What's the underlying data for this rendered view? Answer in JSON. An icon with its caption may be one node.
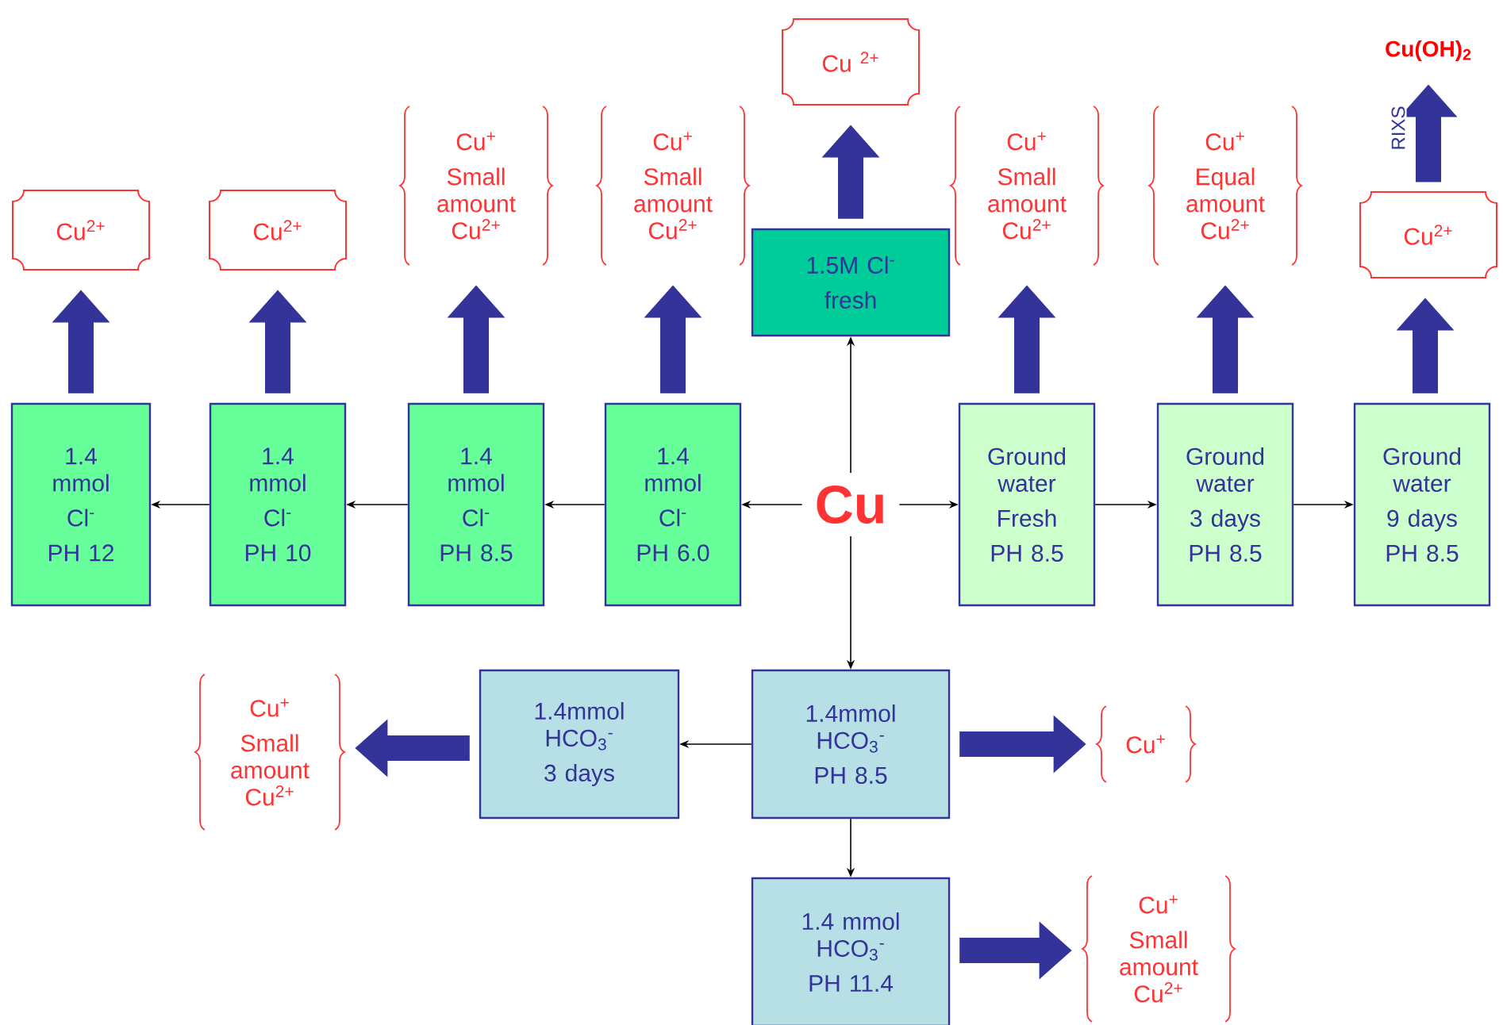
{
  "diagram": {
    "nodes": [
      {
        "text": [
          "Cu"
        ]
      },
      {
        "text": [
          "1.4 mmol",
          "Cl$^{-}$",
          "PH 6.0"
        ]
      },
      {
        "text": [
          "1.4 mmol",
          "Cl$^{-}$",
          "PH 8.5"
        ]
      },
      {
        "text": [
          "1.4 mmol",
          "Cl$^{-}$",
          "PH 10"
        ]
      },
      {
        "text": [
          "1.4 mmol",
          "Cl$^{-}$",
          "PH 12"
        ]
      },
      {
        "text": [
          "Ground water",
          "Fresh",
          "PH 8.5"
        ]
      },
      {
        "text": [
          "Ground water",
          "3 days",
          "PH 8.5"
        ]
      },
      {
        "text": [
          "Ground water",
          "9 days",
          "PH 8.5"
        ]
      },
      {
        "text": [
          "1.5M Cl$^{-}$",
          "fresh"
        ]
      },
      {
        "text": [
          "1.4mmol HCO$_{3}$$^{-}$",
          "PH 8.5"
        ]
      },
      {
        "text": [
          "1.4mmol HCO$_{3}$$^{-}$",
          "3 days"
        ]
      },
      {
        "text": [
          "1.4 mmol HCO$_{3}$$^{-}$",
          "PH 11.4"
        ]
      },
      {
        "text": [
          "Cu$^{2+}$"
        ]
      },
      {
        "text": [
          "Cu$^{2+}$"
        ]
      },
      {
        "text": [
          "Cu$^{+}$",
          "Small amount Cu$^{2+}$"
        ]
      },
      {
        "text": [
          "Cu$^{+}$",
          "Small amount Cu$^{2+}$"
        ]
      },
      {
        "text": [
          "Cu $^{2+}$"
        ]
      },
      {
        "text": [
          "Cu$^{+}$",
          "Small amount Cu$^{2+}$"
        ]
      },
      {
        "text": [
          "Cu$^{+}$",
          "Equal amount Cu$^{2+}$"
        ]
      },
      {
        "text": [
          "Cu$^{2+}$"
        ]
      },
      {
        "text": [
          "Cu(OH)$_{2}$"
        ]
      },
      {
        "text": [
          "Cu$^{+}$",
          "Small amount Cu$^{2+}$"
        ]
      },
      {
        "text": [
          "Cu$^{+}$"
        ]
      },
      {
        "text": [
          "Cu$^{+}$",
          "Small amount Cu$^{2+}$"
        ]
      }
    ],
    "edges": [
      {
        "from": 0,
        "to": 1,
        "arrow": "to",
        "color": "#000000"
      },
      {
        "from": 1,
        "to": 2,
        "arrow": "to",
        "color": "#000000"
      },
      {
        "from": 2,
        "to": 3,
        "arrow": "to",
        "color": "#000000"
      },
      {
        "from": 3,
        "to": 4,
        "arrow": "to",
        "color": "#000000"
      },
      {
        "from": 0,
        "to": 5,
        "arrow": "to",
        "color": "#000000"
      },
      {
        "from": 5,
        "to": 6,
        "arrow": "to",
        "color": "#000000"
      },
      {
        "from": 6,
        "to": 7,
        "arrow": "to",
        "color": "#000000"
      },
      {
        "from": 0,
        "to": 8,
        "arrow": "to",
        "color": "#000000"
      },
      {
        "from": 0,
        "to": 9,
        "arrow": "to",
        "color": "#000000"
      },
      {
        "from": 9,
        "to": 10,
        "arrow": "to",
        "color": "#000000"
      },
      {
        "from": 9,
        "to": 11,
        "arrow": "to",
        "color": "#000000"
      },
      {
        "from": 4,
        "to": 12,
        "arrow": "to",
        "style": "thick",
        "color": "#333399"
      },
      {
        "from": 3,
        "to": 13,
        "arrow": "to",
        "style": "thick",
        "color": "#333399"
      },
      {
        "from": 2,
        "to": 14,
        "arrow": "to",
        "style": "thick",
        "color": "#333399"
      },
      {
        "from": 1,
        "to": 15,
        "arrow": "to",
        "style": "thick",
        "color": "#333399"
      },
      {
        "from": 8,
        "to": 16,
        "arrow": "to",
        "style": "thick",
        "color": "#333399"
      },
      {
        "from": 5,
        "to": 17,
        "arrow": "to",
        "style": "thick",
        "color": "#333399"
      },
      {
        "from": 6,
        "to": 18,
        "arrow": "to",
        "style": "thick",
        "color": "#333399"
      },
      {
        "from": 7,
        "to": 19,
        "arrow": "to",
        "style": "thick",
        "color": "#333399"
      },
      {
        "from": 19,
        "to": 20,
        "arrow": "to",
        "style": "thick",
        "color": "#333399",
        "label": "RIXS"
      },
      {
        "from": 10,
        "to": 21,
        "arrow": "to",
        "style": "thick",
        "color": "#333399"
      },
      {
        "from": 9,
        "to": 22,
        "arrow": "to",
        "style": "thick",
        "color": "#333399"
      },
      {
        "from": 11,
        "to": 23,
        "arrow": "to",
        "style": "thick",
        "color": "#333399"
      }
    ]
  }
}
